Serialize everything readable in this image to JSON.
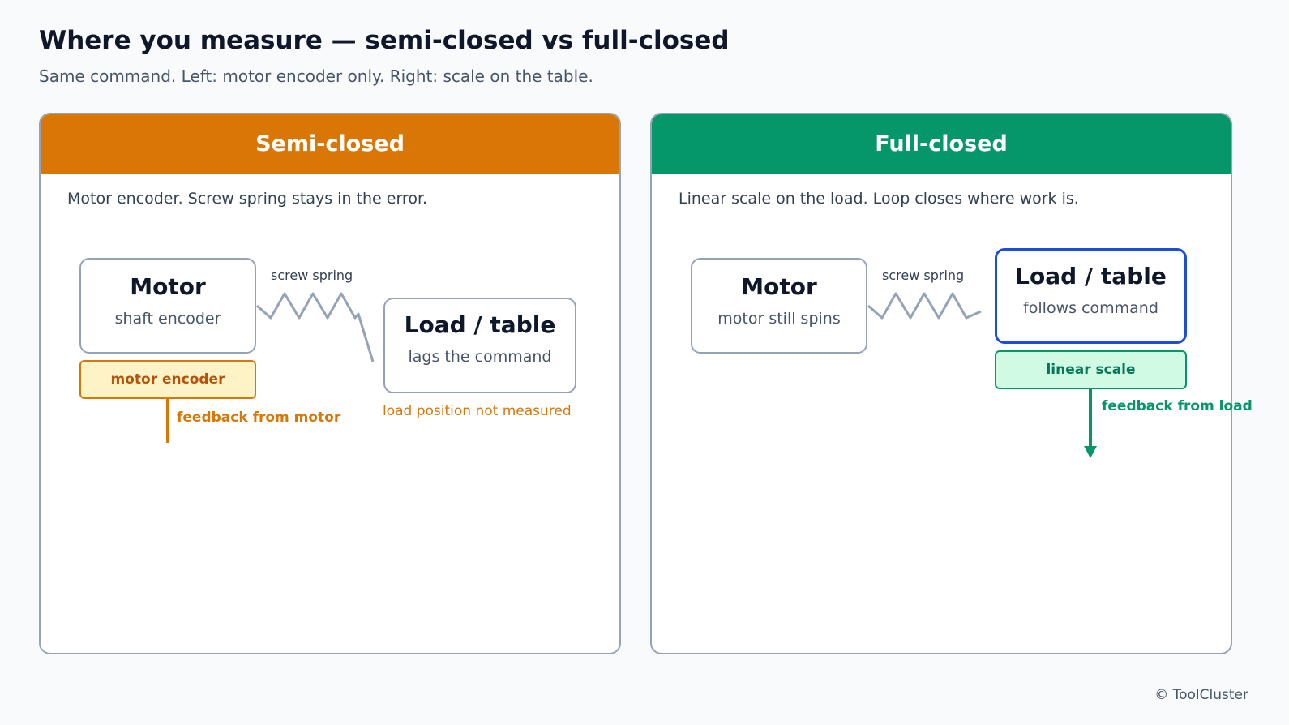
{
  "title": "Where you measure — semi-closed vs full-closed",
  "subtitle": "Same command. Left: motor encoder only. Right: scale on the table.",
  "colors": {
    "semi_accent": "#d97706",
    "full_accent": "#059669",
    "load_highlight": "#1d4ed8",
    "spring": "#94a3b8"
  },
  "panels": {
    "semi": {
      "header": "Semi-closed",
      "description": "Motor encoder. Screw spring stays in the error.",
      "motor": {
        "title": "Motor",
        "sub": "shaft encoder"
      },
      "spring_label": "screw spring",
      "load": {
        "title": "Load / table",
        "sub": "lags the command"
      },
      "sensor": "motor encoder",
      "feedback": "feedback from motor",
      "note": "load position not measured"
    },
    "full": {
      "header": "Full-closed",
      "description": "Linear scale on the load. Loop closes where work is.",
      "motor": {
        "title": "Motor",
        "sub": "motor still spins"
      },
      "spring_label": "screw spring",
      "load": {
        "title": "Load / table",
        "sub": "follows command"
      },
      "sensor": "linear scale",
      "feedback": "feedback from load"
    }
  },
  "footer": "© ToolCluster"
}
